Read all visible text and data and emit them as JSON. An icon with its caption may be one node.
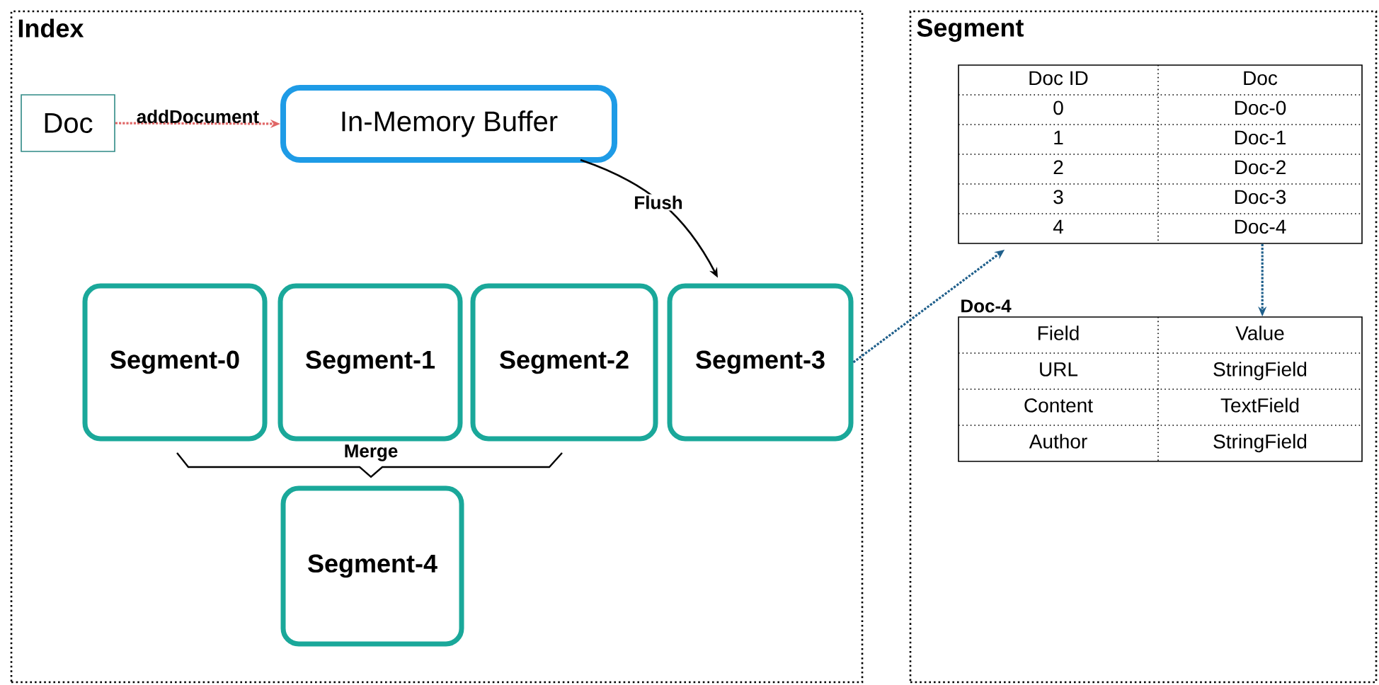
{
  "diagram": {
    "nodes": [
      {
        "text": [
          "Index"
        ]
      },
      {
        "text": [
          "Doc"
        ],
        "in": 0
      },
      {
        "text": [
          "In-Memory Buffer"
        ],
        "in": 0
      },
      {
        "text": [
          "Segment-0"
        ],
        "in": 0
      },
      {
        "text": [
          "Segment-1"
        ],
        "in": 0
      },
      {
        "text": [
          "Segment-2"
        ],
        "in": 0
      },
      {
        "text": [
          "Segment-3"
        ],
        "in": 0
      },
      {
        "text": [
          "Segment-4"
        ],
        "in": 0
      },
      {
        "text": [
          "Segment"
        ]
      },
      {
        "text": [],
        "shape": "box",
        "in": 8
      },
      {
        "text": [
          "Doc-4"
        ],
        "in": 8
      }
    ],
    "edges": [
      {
        "from": 1,
        "to": 2,
        "arrow": "to",
        "label": "addDocument",
        "style": "dashed",
        "color": "#e06666"
      },
      {
        "from": 2,
        "to": 6,
        "arrow": "to",
        "label": "Flush",
        "color": "#000000"
      },
      {
        "from": 6,
        "to": 9,
        "arrow": "to",
        "style": "dashed",
        "color": "#1f5f8b"
      },
      {
        "from": 9,
        "to": 10,
        "arrow": "to",
        "style": "dashed",
        "color": "#1f5f8b"
      }
    ],
    "labels": [
      "Merge",
      "Doc ID",
      "Doc",
      "0",
      "Doc-0",
      "1",
      "Doc-1",
      "2",
      "Doc-2",
      "3",
      "Doc-3",
      "4",
      "Doc-4",
      "Field",
      "Value",
      "URL",
      "StringField",
      "Content",
      "TextField",
      "Author",
      "StringField"
    ]
  }
}
